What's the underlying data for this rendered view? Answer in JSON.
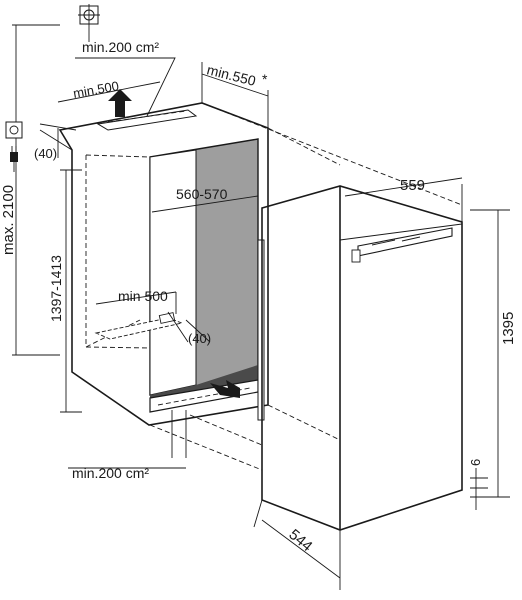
{
  "labels": {
    "vent_top": "min.200 cm²",
    "depth_top": "min.550",
    "star": "*",
    "vent_width_top": "min.500",
    "gap_40_top": "(40)",
    "height_max": "max. 2100",
    "niche_width": "560-570",
    "niche_height": "1397-1413",
    "vent_width_bottom": "min 500",
    "gap_40_bottom": "(40)",
    "vent_bottom": "min.200 cm²",
    "appliance_width": "559",
    "appliance_height": "1395",
    "door_offset": "6",
    "appliance_depth": "544"
  },
  "colors": {
    "line": "#1a1a1a",
    "niche_shade": "#9e9e9e",
    "niche_floor": "#4a4a4a"
  },
  "icons": [
    "crosshair-icon",
    "socket-icon",
    "plug-icon",
    "arrow-up-icon",
    "arrow-right-icon"
  ]
}
